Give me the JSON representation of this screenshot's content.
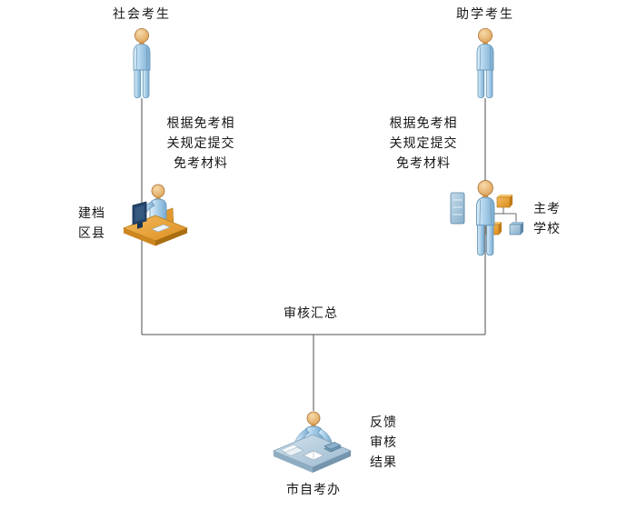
{
  "nodes": {
    "social_candidate": "社会考生",
    "assisted_candidate": "助学考生",
    "filing_district": "建档\n区县",
    "host_school": "主考\n学校",
    "city_exam_office": "市自考办"
  },
  "notes": {
    "left_submit": "根据免考相\n关规定提交\n免考材料",
    "right_submit": "根据免考相\n关规定提交\n免考材料",
    "merge": "审核汇总",
    "feedback": "反馈\n审核\n结果"
  },
  "colors": {
    "background": "#ffffff",
    "connector": "#4d4d4d",
    "text": "#161616",
    "figure_body": "#abd0ea",
    "figure_skin": "#e3a95f",
    "desk_orange": "#e79b2d",
    "desk_blue": "#b9cfdf",
    "monitor_navy": "#24456b"
  }
}
